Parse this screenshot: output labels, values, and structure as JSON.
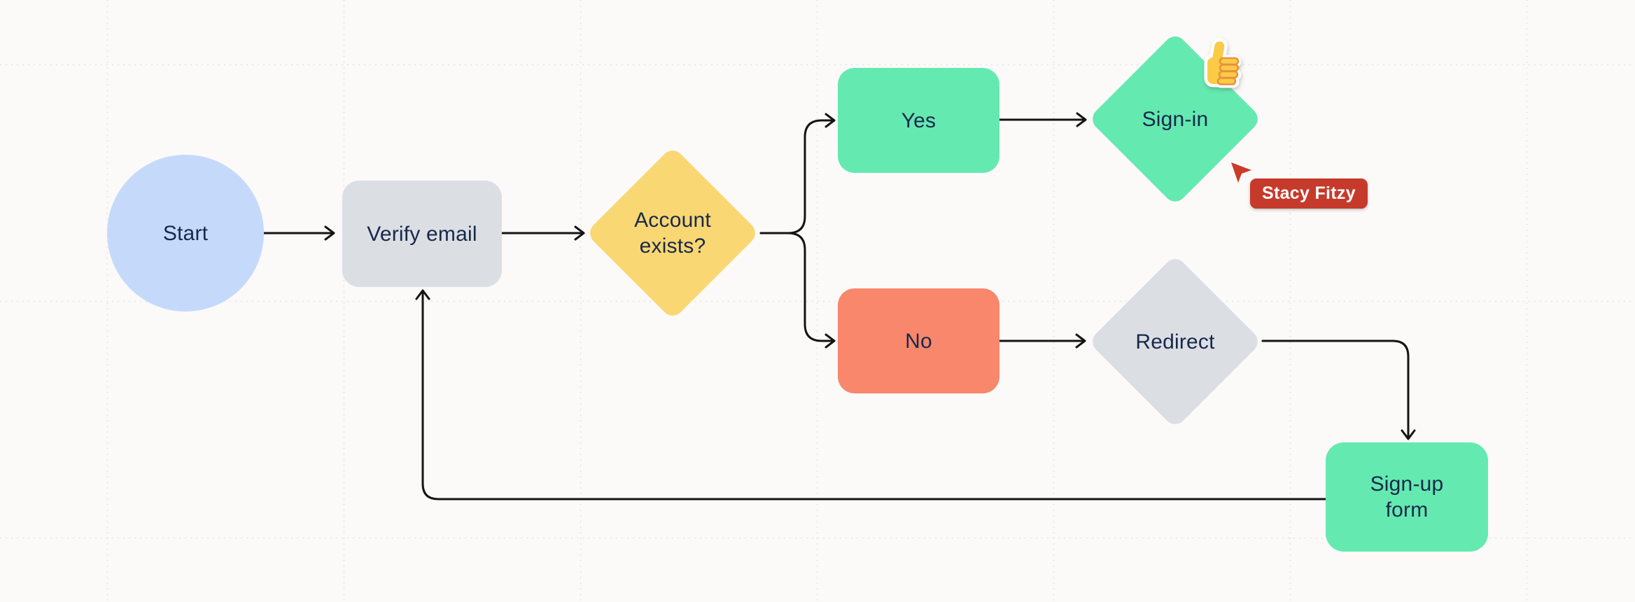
{
  "canvas": {
    "background": "#FBFAF9",
    "grid_color": "#E3E3E8",
    "connector_color": "#141414",
    "text_color": "#18294A"
  },
  "nodes": {
    "start": {
      "label": "Start",
      "shape": "circle",
      "color": "#C5DAFB"
    },
    "verify_email": {
      "label": "Verify email",
      "shape": "rounded-rect",
      "color": "#DBDEE3"
    },
    "account_exists": {
      "label": "Account exists?",
      "shape": "diamond",
      "color": "#F9D772"
    },
    "yes": {
      "label": "Yes",
      "shape": "rounded-rect",
      "color": "#64E9B1"
    },
    "sign_in": {
      "label": "Sign-in",
      "shape": "diamond",
      "color": "#64E9B1"
    },
    "no": {
      "label": "No",
      "shape": "rounded-rect",
      "color": "#F8876C"
    },
    "redirect": {
      "label": "Redirect",
      "shape": "diamond",
      "color": "#DBDEE3"
    },
    "sign_up_form": {
      "label": "Sign-up form",
      "shape": "rounded-rect",
      "color": "#64E9B1"
    }
  },
  "edges": [
    {
      "from": "Start",
      "to": "Verify email"
    },
    {
      "from": "Verify email",
      "to": "Account exists?"
    },
    {
      "from": "Account exists?",
      "to": "Yes"
    },
    {
      "from": "Account exists?",
      "to": "No"
    },
    {
      "from": "Yes",
      "to": "Sign-in"
    },
    {
      "from": "No",
      "to": "Redirect"
    },
    {
      "from": "Redirect",
      "to": "Sign-up form"
    },
    {
      "from": "Sign-up form",
      "to": "Verify email"
    }
  ],
  "sticker": {
    "name": "thumbs-up",
    "attached_to": "Sign-in"
  },
  "collaborator": {
    "name": "Stacy Fitzy",
    "cursor_color": "#CD3A28",
    "badge_color": "#C63A2B"
  }
}
